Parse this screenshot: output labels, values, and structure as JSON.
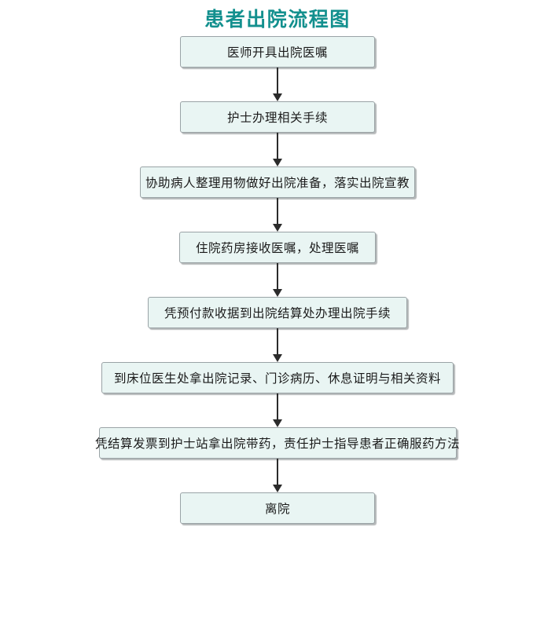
{
  "chart": {
    "title": "患者出院流程图",
    "title_color": "#13908e",
    "node_fill": "#e9f5f3",
    "node_border": "#9aa3a6",
    "arrow_color": "#2b2b2b",
    "background": "#ffffff",
    "connector_icon": "down-arrow-icon",
    "steps": [
      {
        "id": 1,
        "label": "医师开具出院医嘱"
      },
      {
        "id": 2,
        "label": "护士办理相关手续"
      },
      {
        "id": 3,
        "label": "协助病人整理用物做好出院准备，落实出院宣教"
      },
      {
        "id": 4,
        "label": "住院药房接收医嘱，处理医嘱"
      },
      {
        "id": 5,
        "label": "凭预付款收据到出院结算处办理出院手续"
      },
      {
        "id": 6,
        "label": "到床位医生处拿出院记录、门诊病历、休息证明与相关资料"
      },
      {
        "id": 7,
        "label": "凭结算发票到护士站拿出院带药，责任护士指导患者正确服药方法"
      },
      {
        "id": 8,
        "label": "离院"
      }
    ]
  }
}
